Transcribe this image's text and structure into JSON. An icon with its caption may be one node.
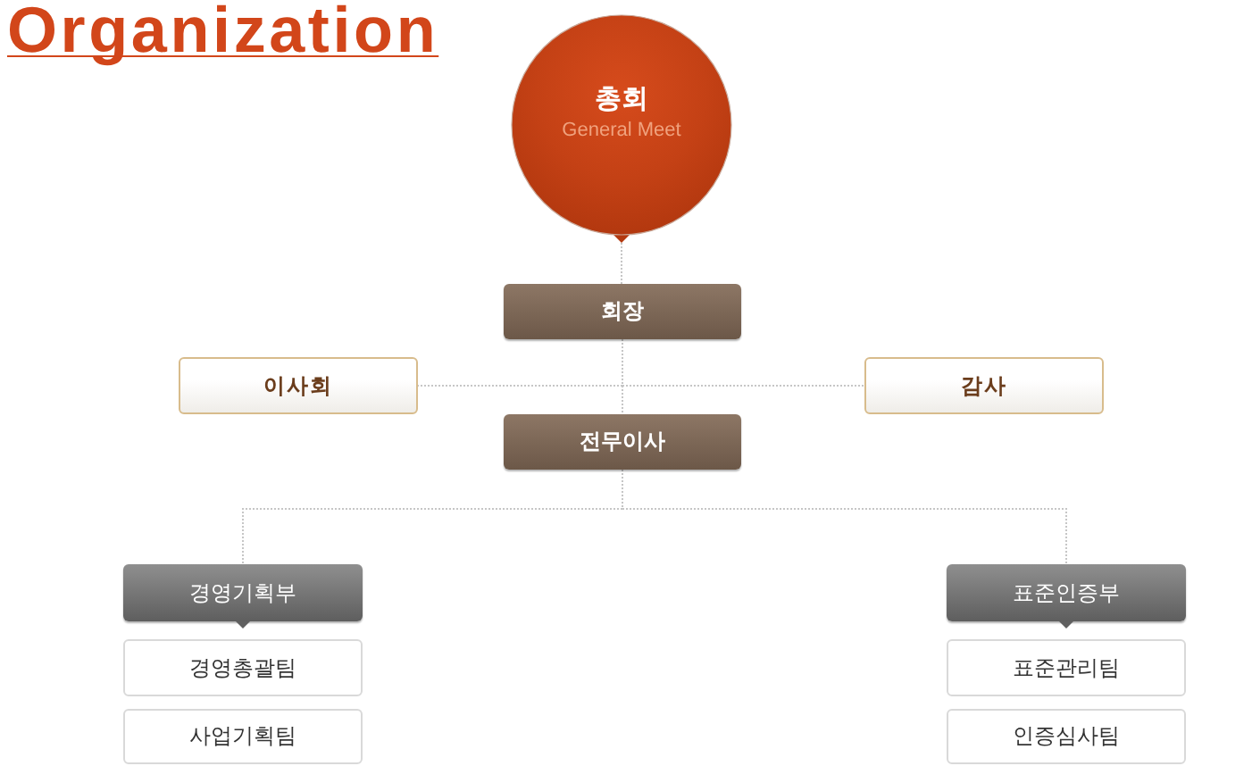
{
  "diagram": {
    "title": "Organization",
    "nodes": [
      {
        "text": [
          "총회",
          "General Meet"
        ]
      },
      {
        "text": [
          "회장"
        ]
      },
      {
        "text": [
          "이사회"
        ]
      },
      {
        "text": [
          "감사"
        ]
      },
      {
        "text": [
          "전무이사"
        ]
      },
      {
        "text": [
          "경영기획부"
        ]
      },
      {
        "text": [
          "경영총괄팀"
        ]
      },
      {
        "text": [
          "사업기획팀"
        ]
      },
      {
        "text": [
          "표준인증부"
        ]
      },
      {
        "text": [
          "표준관리팀"
        ]
      },
      {
        "text": [
          "인증심사팀"
        ]
      }
    ],
    "edges": [
      {
        "from": 0,
        "to": 1,
        "arrow": "none"
      },
      {
        "from": 1,
        "to": 2,
        "arrow": "none"
      },
      {
        "from": 1,
        "to": 3,
        "arrow": "none"
      },
      {
        "from": 1,
        "to": 4,
        "arrow": "none"
      },
      {
        "from": 4,
        "to": 5,
        "arrow": "none"
      },
      {
        "from": 4,
        "to": 8,
        "arrow": "none"
      }
    ]
  }
}
